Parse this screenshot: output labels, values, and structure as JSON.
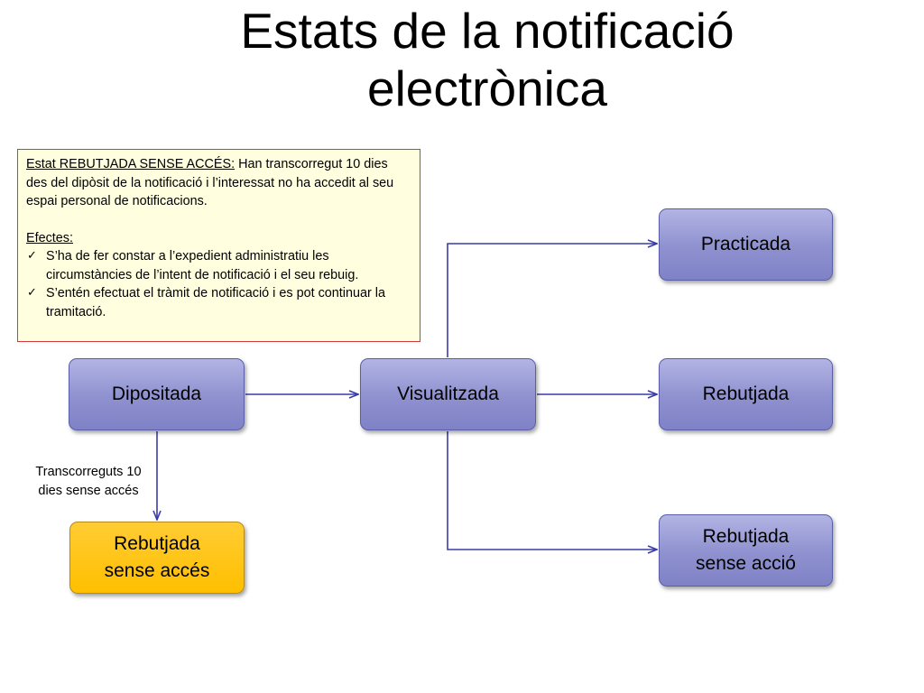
{
  "title": {
    "line1": "Estats de la notificació",
    "line2": "electrònica"
  },
  "infobox": {
    "heading_underlined": "Estat REBUTJADA SENSE ACCÉS:",
    "heading_text": " Han transcorregut 10 dies des del dipòsit de la notificació i l’interessat no ha accedit al seu espai personal de notificacions.",
    "effects_label": "Efectes:",
    "items": [
      "S’ha de fer constar a l’expedient administratiu les circumstàncies de l’intent de notificació i el seu rebuig.",
      "S’entén efectuat el tràmit de notificació i es pot continuar la tramitació."
    ]
  },
  "nodes": {
    "dipositada": "Dipositada",
    "visualitzada": "Visualitzada",
    "practicada": "Practicada",
    "rebutjada": "Rebutjada",
    "rebutjada_sense_accio": [
      "Rebutjada",
      "sense acció"
    ],
    "rebutjada_sense_acces": [
      "Rebutjada",
      "sense accés"
    ]
  },
  "edge_label": [
    "Transcorreguts 10",
    "dies sense accés"
  ],
  "colors": {
    "node_fill": "#9597d4",
    "node_border": "#5a5ea6",
    "highlight_fill": "#ffc000",
    "connector": "#3c3ca8",
    "infobox_border": "#d03c3c",
    "infobox_fill": "#ffffe0"
  }
}
